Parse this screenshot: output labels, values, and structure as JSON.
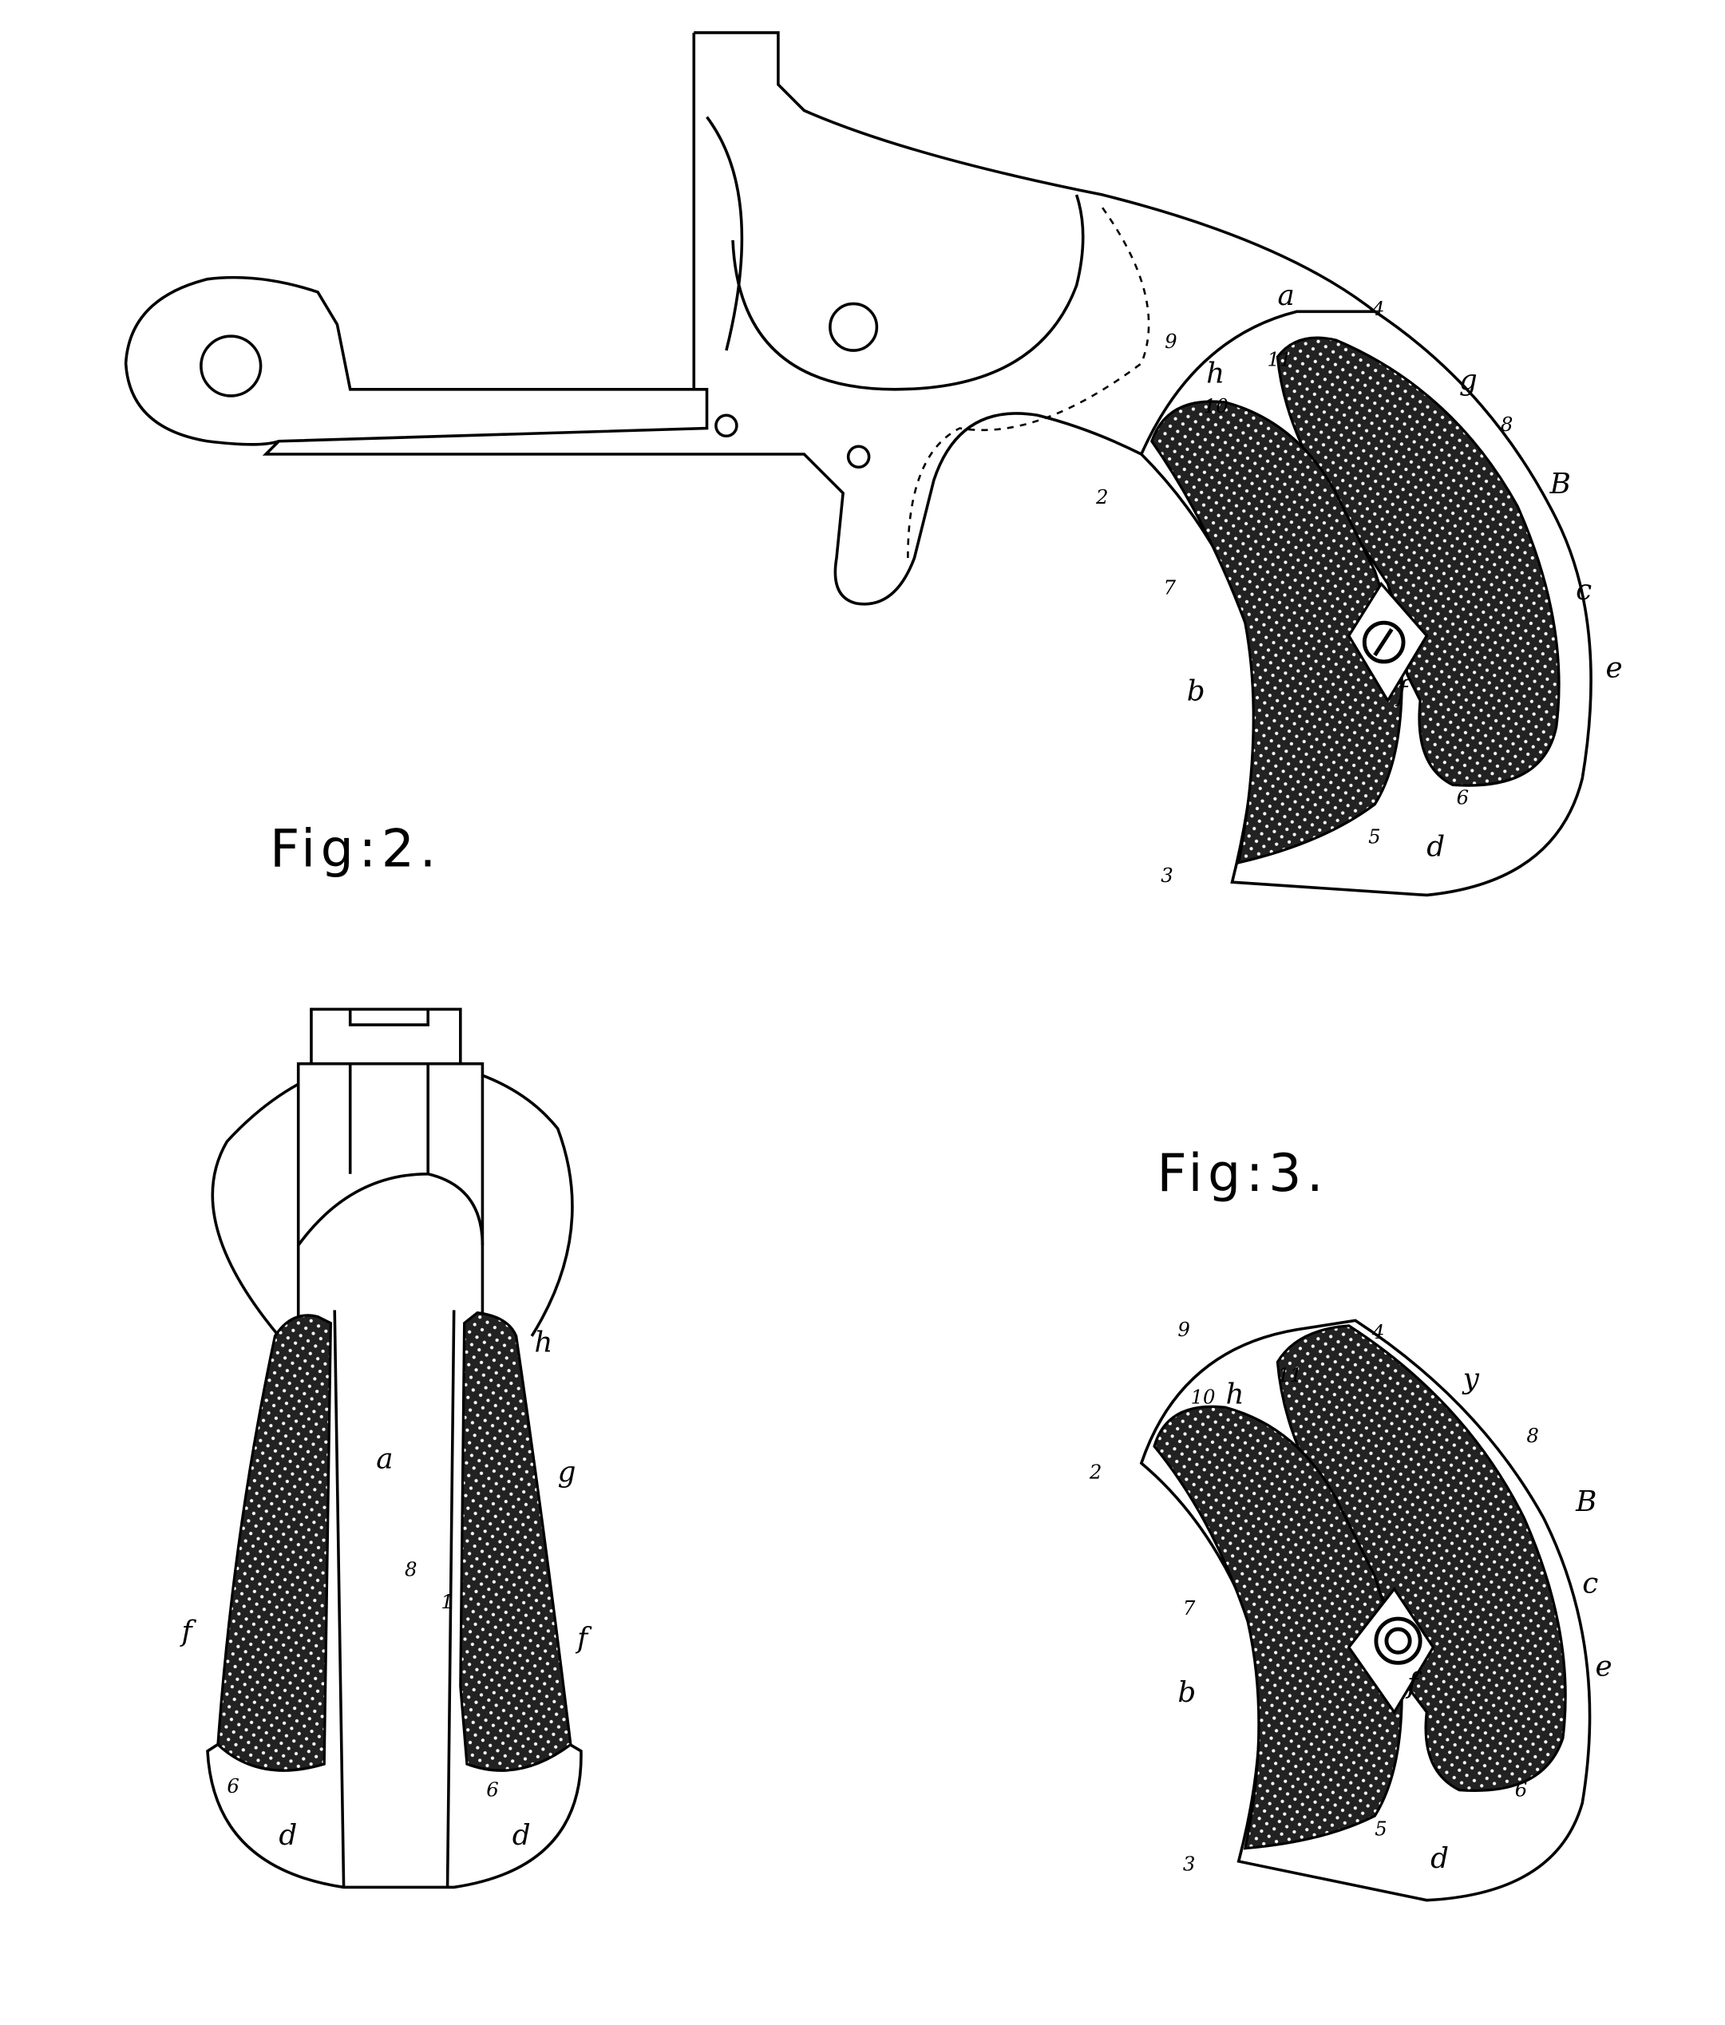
{
  "figures": {
    "fig2": {
      "caption": "Fig:2."
    },
    "fig3": {
      "caption": "Fig:3."
    }
  },
  "top_labels": [
    "a",
    "4",
    "9",
    "h",
    "11",
    "10",
    "g",
    "8",
    "B",
    "2",
    "7",
    "c",
    "e",
    "b",
    "f",
    "6",
    "5",
    "d",
    "3"
  ],
  "front_labels": [
    "h",
    "a",
    "g",
    "8",
    "1",
    "f",
    "f",
    "6",
    "6",
    "d",
    "d"
  ],
  "fig3_labels": [
    "9",
    "4",
    "h",
    "11",
    "y",
    "8",
    "10",
    "2",
    "B",
    "c",
    "7",
    "e",
    "f",
    "b",
    "6",
    "5",
    "3",
    "d"
  ],
  "colors": {
    "ink": "#000000",
    "paper": "#ffffff"
  }
}
